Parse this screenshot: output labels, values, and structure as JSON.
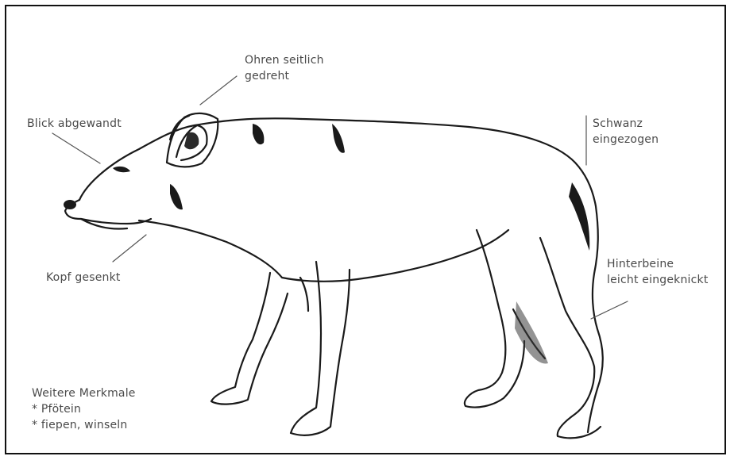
{
  "labels": {
    "ohren": [
      "Ohren seitlich",
      "gedreht"
    ],
    "blick": [
      "Blick abgewandt"
    ],
    "schwanz": [
      "Schwanz",
      "eingezogen"
    ],
    "kopf": [
      "Kopf gesenkt"
    ],
    "hinterbeine": [
      "Hinterbeine",
      "leicht eingeknickt"
    ]
  },
  "weitere_merkmale": {
    "heading": "Weitere Merkmale",
    "bullet": "*",
    "items": [
      "Pfötein",
      "fiepen, winseln"
    ]
  }
}
